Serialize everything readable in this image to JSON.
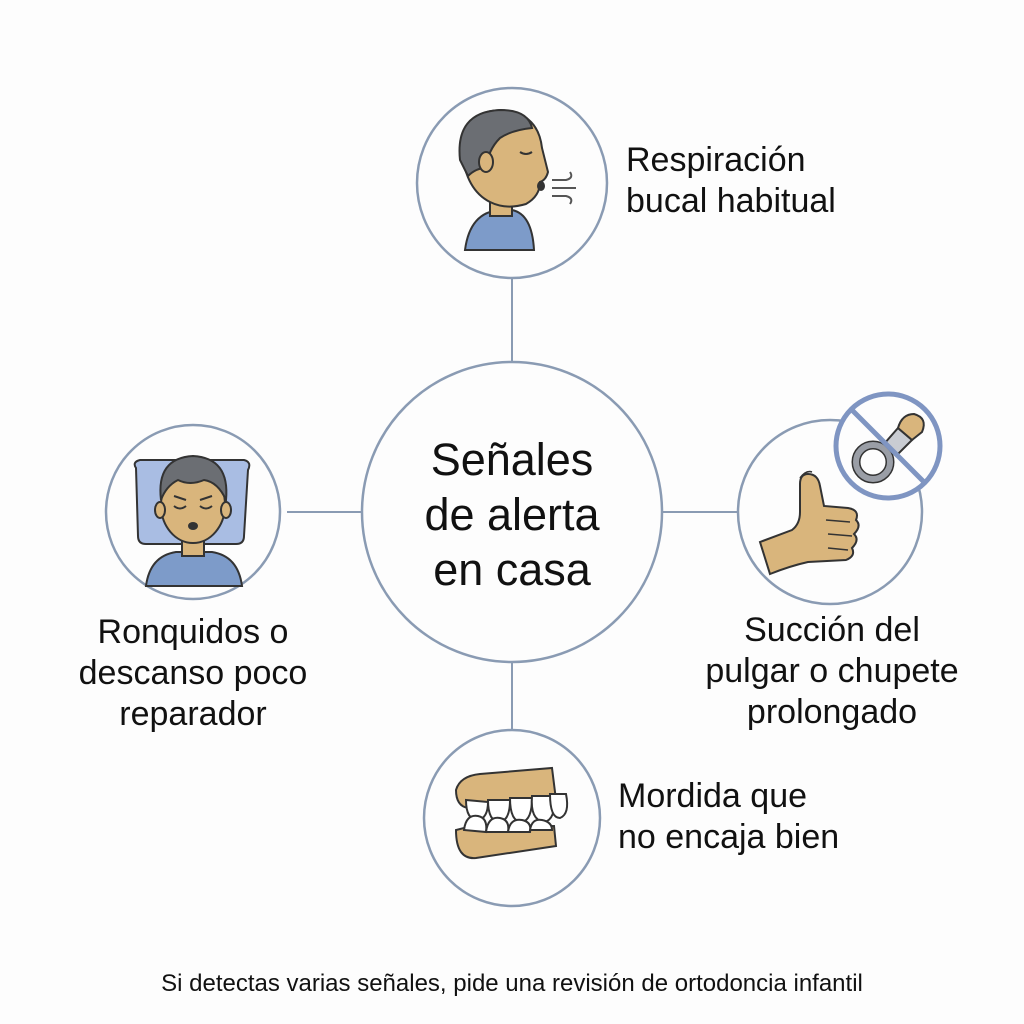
{
  "center": {
    "lines": [
      "Señales",
      "de alerta",
      "en casa"
    ]
  },
  "nodes": {
    "mouth_breathing": {
      "lines": [
        "Respiración",
        "bucal habitual"
      ],
      "icon": "mouth-breathing-icon"
    },
    "snoring": {
      "lines": [
        "Ronquidos o",
        "descanso poco",
        "reparador"
      ],
      "icon": "sleeping-child-icon"
    },
    "thumb_sucking": {
      "lines": [
        "Succión del",
        "pulgar o chupete",
        "prolongado"
      ],
      "icon": "thumb-pacifier-icon"
    },
    "bite": {
      "lines": [
        "Mordida que",
        "no encaja bien"
      ],
      "icon": "teeth-bite-icon"
    }
  },
  "footer": {
    "text": "Si detectas varias señales, pide una revisión de ortodoncia infantil"
  },
  "colors": {
    "circle_stroke": "#8a9bb3",
    "connector": "#8a9bb3",
    "skin": "#d9b57c",
    "hair": "#6b6e73",
    "shirt": "#7d9bc9",
    "pillow": "#a9bde3",
    "prohibit": "#7f95c2"
  }
}
